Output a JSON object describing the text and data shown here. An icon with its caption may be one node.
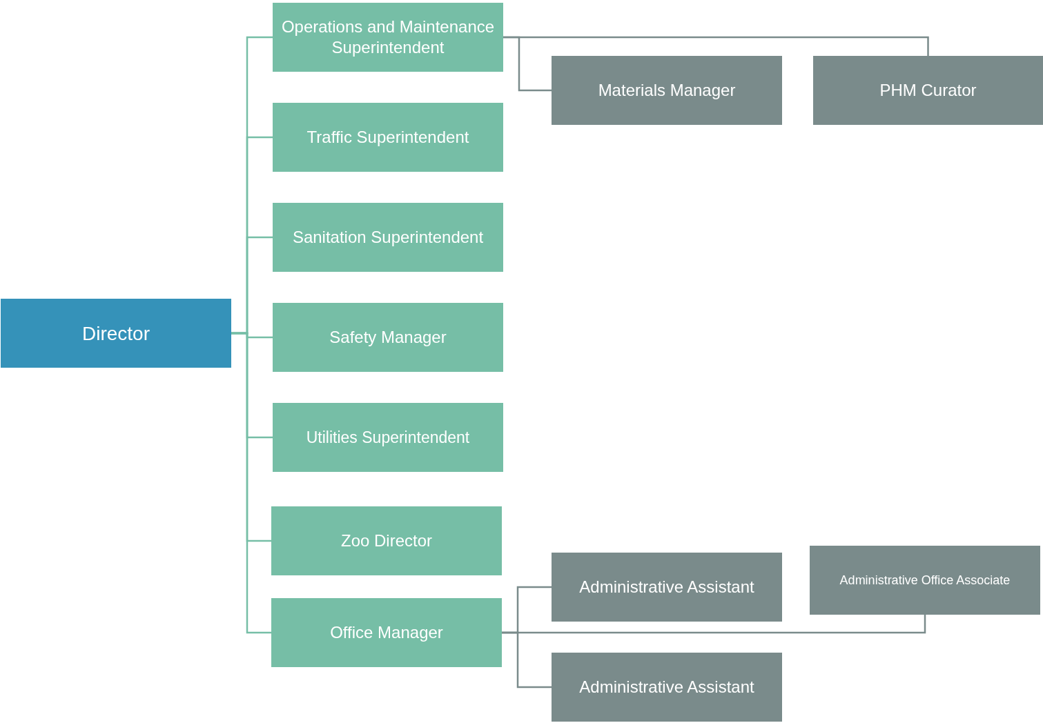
{
  "diagram": {
    "nodes": [
      {
        "text": [
          "Director"
        ]
      },
      {
        "text": [
          "Operations and Maintenance Superintendent"
        ]
      },
      {
        "text": [
          "Traffic Superintendent"
        ]
      },
      {
        "text": [
          "Sanitation Superintendent"
        ]
      },
      {
        "text": [
          "Safety Manager"
        ]
      },
      {
        "text": [
          "Utilities Superintendent"
        ]
      },
      {
        "text": [
          "Zoo Director"
        ]
      },
      {
        "text": [
          "Office Manager"
        ]
      },
      {
        "text": [
          "Materials Manager"
        ]
      },
      {
        "text": [
          "PHM Curator"
        ]
      },
      {
        "text": [
          "Administrative Assistant"
        ]
      },
      {
        "text": [
          "Administrative Office Associate"
        ]
      },
      {
        "text": [
          "Administrative Assistant"
        ]
      }
    ],
    "edges": [
      {
        "from": 0,
        "to": 1,
        "arrow": "none"
      },
      {
        "from": 0,
        "to": 2,
        "arrow": "none"
      },
      {
        "from": 0,
        "to": 3,
        "arrow": "none"
      },
      {
        "from": 0,
        "to": 4,
        "arrow": "none"
      },
      {
        "from": 0,
        "to": 5,
        "arrow": "none"
      },
      {
        "from": 0,
        "to": 6,
        "arrow": "none"
      },
      {
        "from": 0,
        "to": 7,
        "arrow": "none"
      },
      {
        "from": 1,
        "to": 8,
        "arrow": "none",
        "color": "#7a8b8b"
      },
      {
        "from": 1,
        "to": 9,
        "arrow": "none",
        "color": "#7a8b8b"
      },
      {
        "from": 7,
        "to": 10,
        "arrow": "none",
        "color": "#7a8b8b"
      },
      {
        "from": 7,
        "to": 11,
        "arrow": "none",
        "color": "#7a8b8b"
      },
      {
        "from": 7,
        "to": 12,
        "arrow": "none",
        "color": "#7a8b8b"
      }
    ]
  }
}
